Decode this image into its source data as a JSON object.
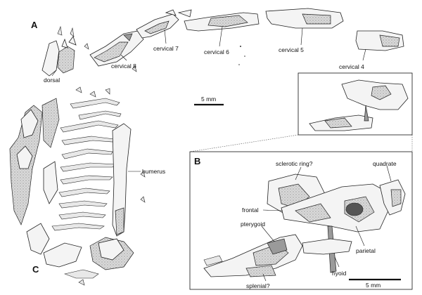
{
  "panels": {
    "a": "A",
    "b": "B",
    "c": "C"
  },
  "labels_a": {
    "dorsal": "dorsal",
    "cervical8": "cervical 8",
    "cervical7": "cervical 7",
    "cervical6": "cervical 6",
    "cervical5": "cervical 5",
    "cervical4": "cervical 4"
  },
  "labels_b": {
    "sclerotic": "sclerotic ring?",
    "quadrate": "quadrate",
    "frontal": "frontal",
    "pterygoid": "pterygoid",
    "parietal": "parietal",
    "hyoid": "hyoid",
    "splenial": "splenial?"
  },
  "labels_c": {
    "humerus": "humerus"
  },
  "scalebars": {
    "top": "5 mm",
    "inset": "5 mm"
  }
}
